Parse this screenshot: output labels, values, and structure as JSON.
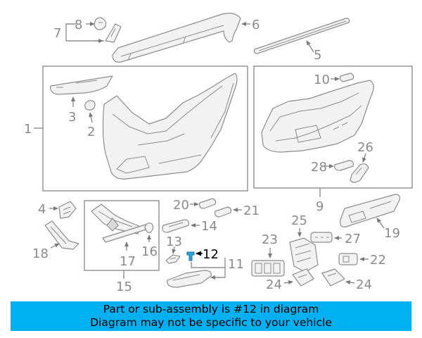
{
  "diagram": {
    "callouts": {
      "c1": "1",
      "c2": "2",
      "c3": "3",
      "c4": "4",
      "c5": "5",
      "c6": "6",
      "c7": "7",
      "c8": "8",
      "c9": "9",
      "c10": "10",
      "c11": "11",
      "c12": "12",
      "c13": "13",
      "c14": "14",
      "c15": "15",
      "c16": "16",
      "c17": "17",
      "c18": "18",
      "c19": "19",
      "c20": "20",
      "c21": "21",
      "c22": "22",
      "c23": "23",
      "c24a": "24",
      "c24b": "24",
      "c25": "25",
      "c26": "26",
      "c27": "27",
      "c28": "28"
    },
    "highlighted_part": "12"
  },
  "banner": {
    "line1": "Part or sub-assembly is #12 in diagram",
    "line2": "Diagram may not be specific to your vehicle"
  },
  "colors": {
    "banner_bg": "#00b0f0",
    "highlight_part": "#2aa8df",
    "line_gray": "#8c8c8c"
  }
}
